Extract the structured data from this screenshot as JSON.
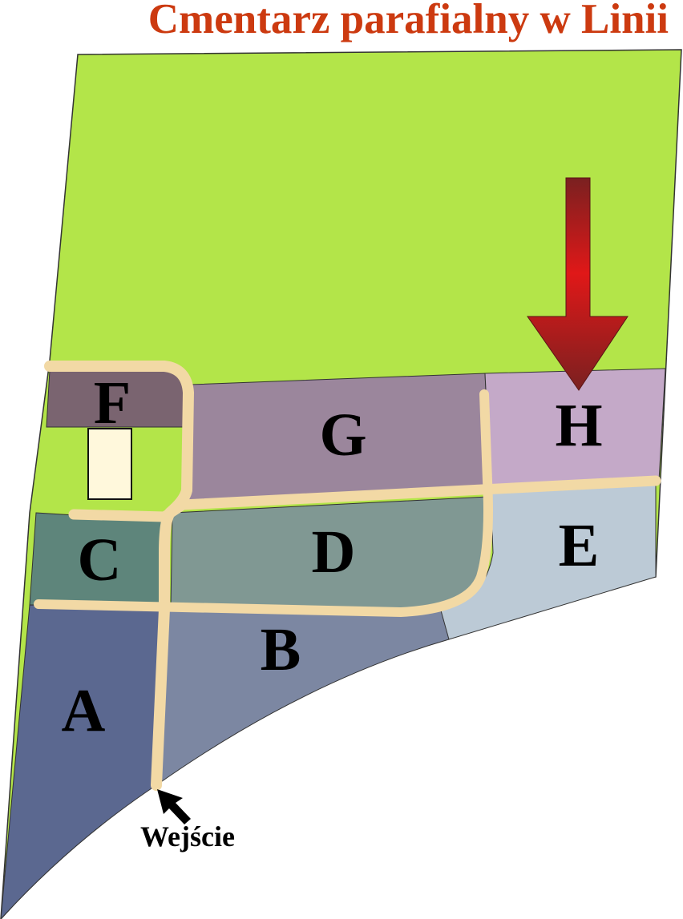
{
  "title": "Cmentarz parafialny w Linii",
  "entrance_label": "Wejście",
  "sections": [
    {
      "id": "A",
      "label": "A",
      "color": "#5b6890"
    },
    {
      "id": "B",
      "label": "B",
      "color": "#7c87a2"
    },
    {
      "id": "C",
      "label": "C",
      "color": "#5e857b"
    },
    {
      "id": "D",
      "label": "D",
      "color": "#809893"
    },
    {
      "id": "E",
      "label": "E",
      "color": "#bccad6"
    },
    {
      "id": "F",
      "label": "F",
      "color": "#7a6470"
    },
    {
      "id": "G",
      "label": "G",
      "color": "#9b869c"
    },
    {
      "id": "H",
      "label": "H",
      "color": "#c4a9c8"
    }
  ],
  "colors": {
    "title": "#cc3a10",
    "grass": "#b3e549",
    "path": "#f2d9a5",
    "building": "#fff8dc",
    "arrow_light": "#e01818",
    "arrow_dark": "#7a2020"
  },
  "icons": {
    "location_marker": "red-down-arrow-icon",
    "entrance_pointer": "black-arrow-icon"
  }
}
